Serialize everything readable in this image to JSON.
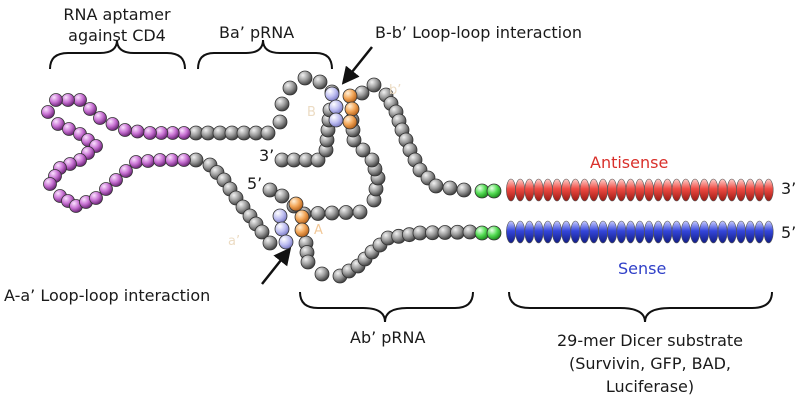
{
  "labels": {
    "aptamer_line1": "RNA aptamer",
    "aptamer_line2": "against CD4",
    "ba_prna": "Ba’ pRNA",
    "bb_interaction": "B-b’ Loop-loop interaction",
    "aa_interaction": "A-a’ Loop-loop interaction",
    "ab_prna": "Ab’ pRNA",
    "antisense": "Antisense",
    "sense": "Sense",
    "three_prime_strand": "3’",
    "five_prime_strand": "5’",
    "three_prime_inner": "3’",
    "five_prime_inner": "5’",
    "dicer_line1": "29-mer Dicer substrate",
    "dicer_line2": "(Survivin, GFP, BAD,",
    "dicer_line3": "Luciferase)",
    "loop_B": "B",
    "loop_b": "b’",
    "loop_a": "a’",
    "loop_A": "A"
  },
  "colors": {
    "aptamer": "#c76ed0",
    "prna": "#8c8c8c",
    "loop_blue": "#b8b8ee",
    "loop_orange": "#f2a55a",
    "linker": "#55dd55",
    "antisense": "#e8332e",
    "sense": "#2f3fd6",
    "text": "#1a1a1a"
  }
}
